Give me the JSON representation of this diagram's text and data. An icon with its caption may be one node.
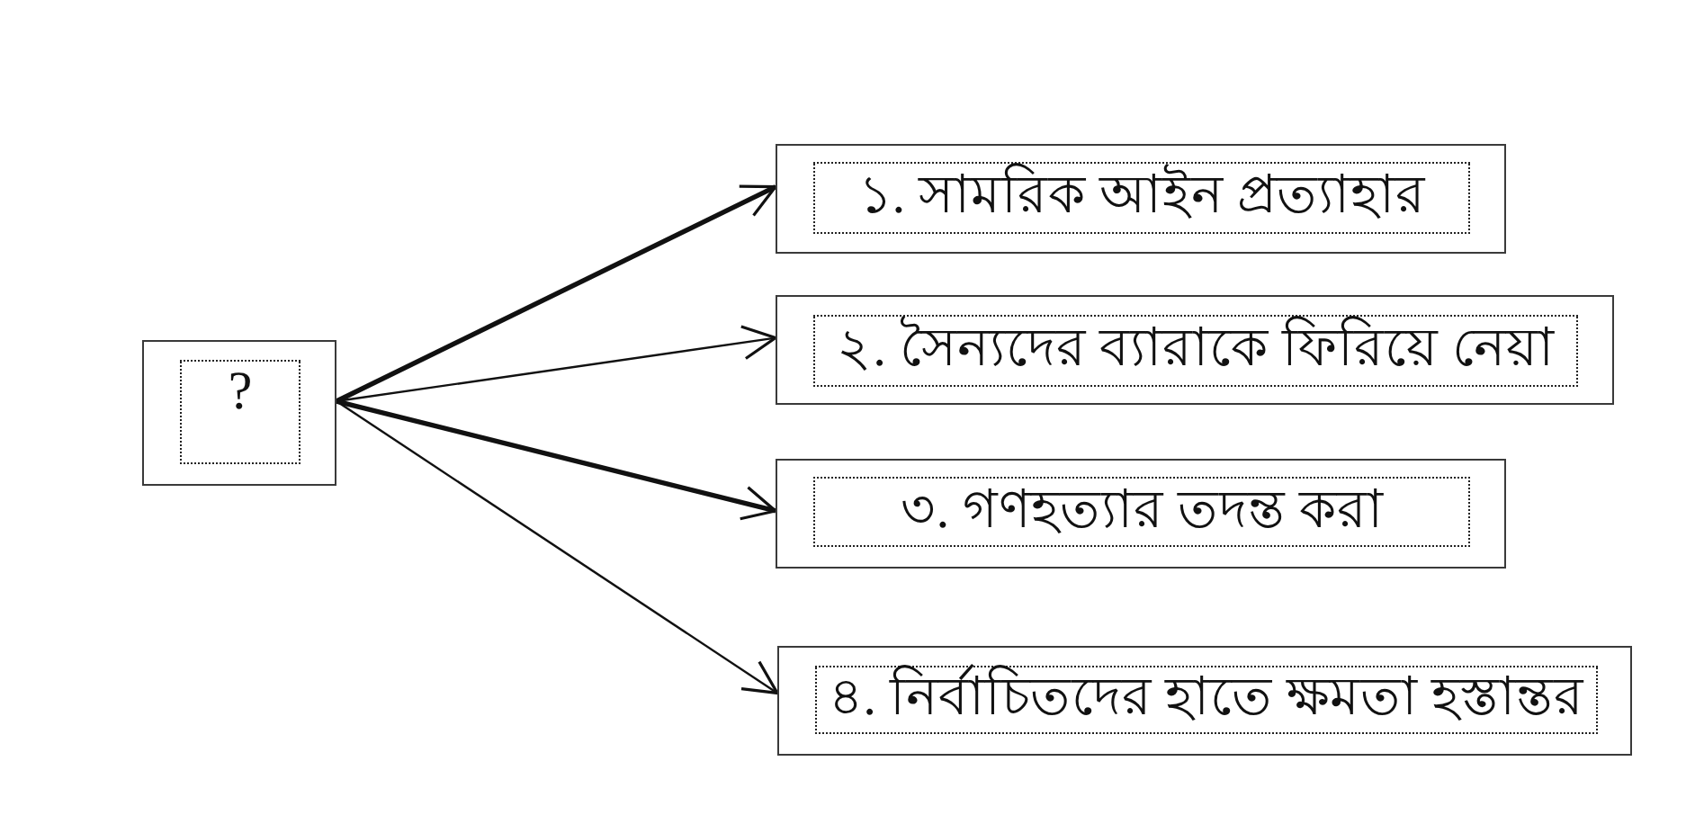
{
  "diagram": {
    "nodes": [
      {
        "text": [
          "?"
        ]
      },
      {
        "text": [
          "১. সামরিক আইন প্রত্যাহার"
        ]
      },
      {
        "text": [
          "২. সৈন্যদের ব্যারাকে ফিরিয়ে নেয়া"
        ]
      },
      {
        "text": [
          "৩. গণহত্যার তদন্ত করা"
        ]
      },
      {
        "text": [
          "৪. নির্বাচিতদের হাতে ক্ষমতা হস্তান্তর"
        ]
      }
    ],
    "edges": [
      {
        "from": 0,
        "to": 1,
        "arrow": "to",
        "style": "thick"
      },
      {
        "from": 0,
        "to": 2,
        "arrow": "to"
      },
      {
        "from": 0,
        "to": 3,
        "arrow": "to",
        "style": "thick"
      },
      {
        "from": 0,
        "to": 4,
        "arrow": "to"
      }
    ]
  }
}
